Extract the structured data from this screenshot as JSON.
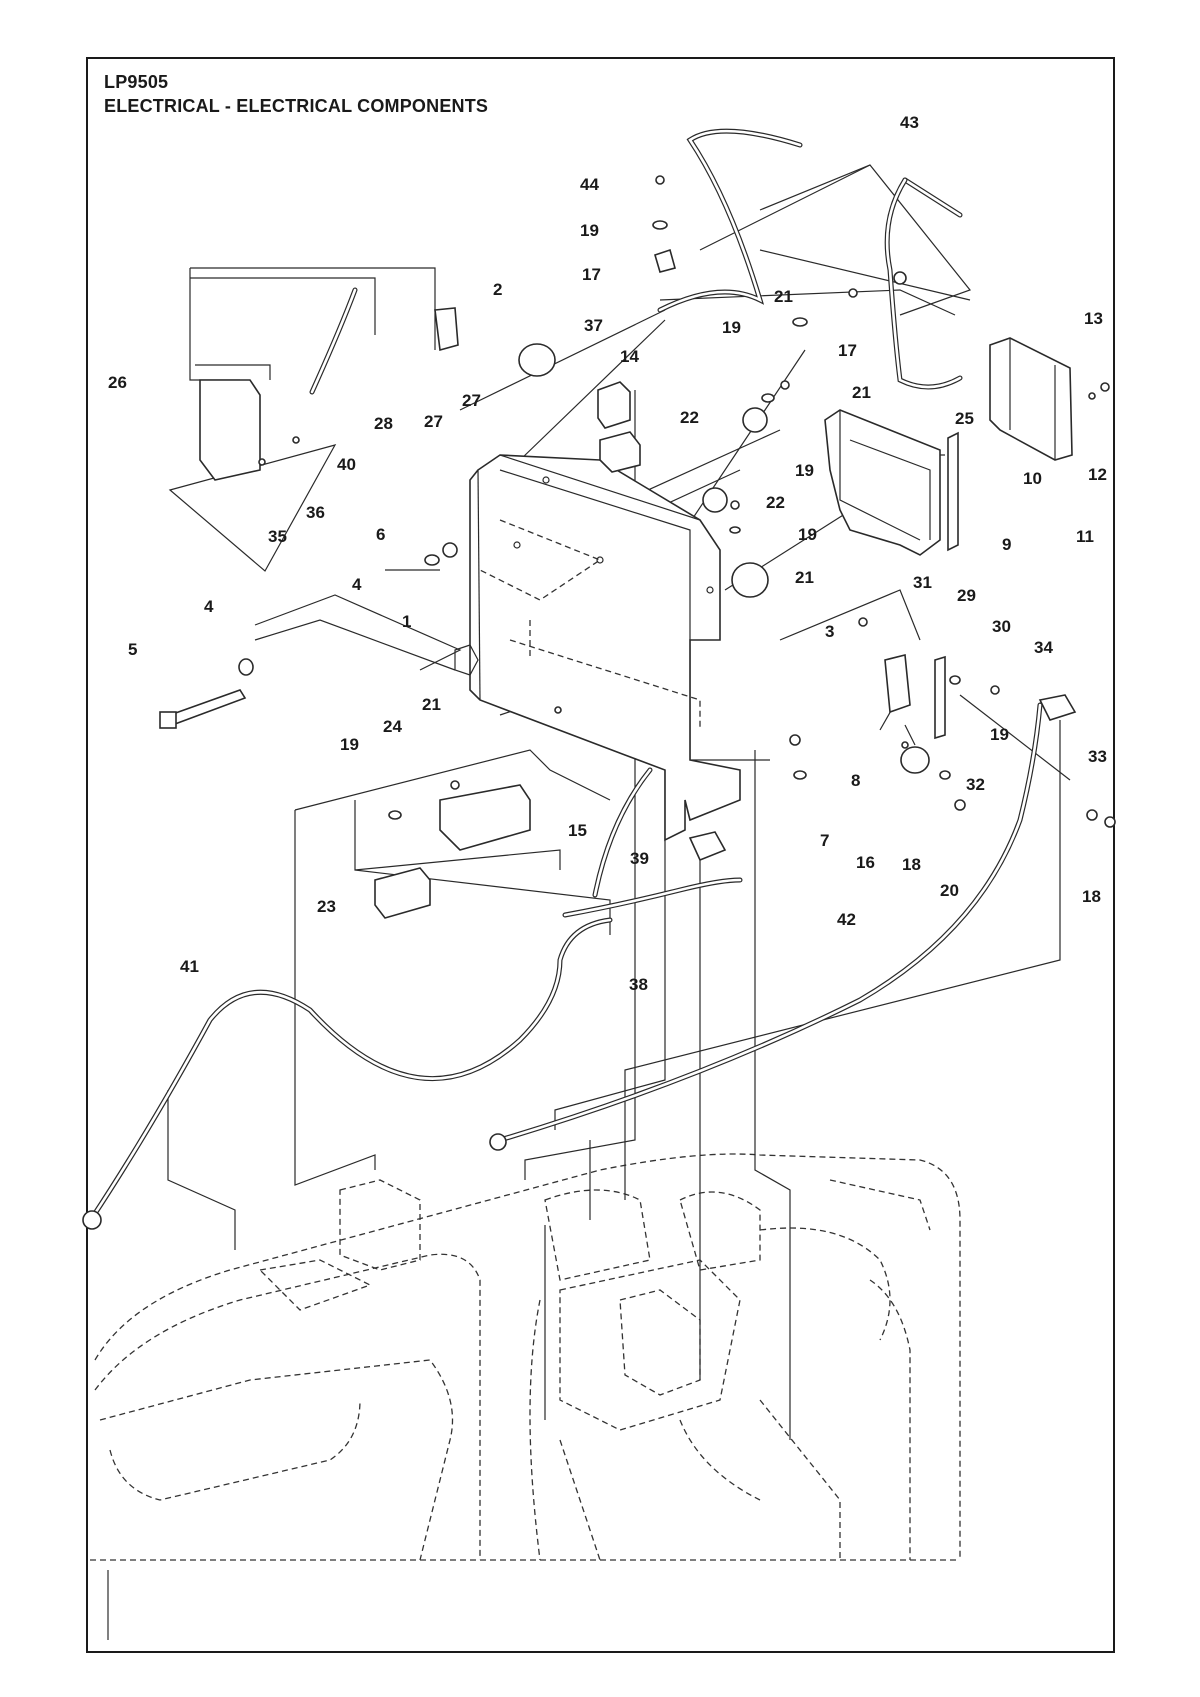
{
  "header": {
    "model": "LP9505",
    "title": "ELECTRICAL - ELECTRICAL COMPONENTS"
  },
  "colors": {
    "line": "#1a1a1a",
    "background": "#ffffff"
  },
  "callouts": {
    "c1": "1",
    "c2": "2",
    "c3": "3",
    "c4a": "4",
    "c4b": "4",
    "c5": "5",
    "c6": "6",
    "c7": "7",
    "c8": "8",
    "c9": "9",
    "c10": "10",
    "c11": "11",
    "c12": "12",
    "c13": "13",
    "c14": "14",
    "c15": "15",
    "c16": "16",
    "c17a": "17",
    "c17b": "17",
    "c18a": "18",
    "c18b": "18",
    "c19a": "19",
    "c19b": "19",
    "c19c": "19",
    "c19d": "19",
    "c19e": "19",
    "c19f": "19",
    "c20": "20",
    "c21a": "21",
    "c21b": "21",
    "c21c": "21",
    "c21d": "21",
    "c22a": "22",
    "c22b": "22",
    "c23": "23",
    "c24": "24",
    "c25": "25",
    "c26": "26",
    "c27a": "27",
    "c27b": "27",
    "c28": "28",
    "c29": "29",
    "c30": "30",
    "c31": "31",
    "c32": "32",
    "c33": "33",
    "c34": "34",
    "c35": "35",
    "c36": "36",
    "c37": "37",
    "c38": "38",
    "c39": "39",
    "c40": "40",
    "c41": "41",
    "c42": "42",
    "c43": "43",
    "c44": "44"
  }
}
